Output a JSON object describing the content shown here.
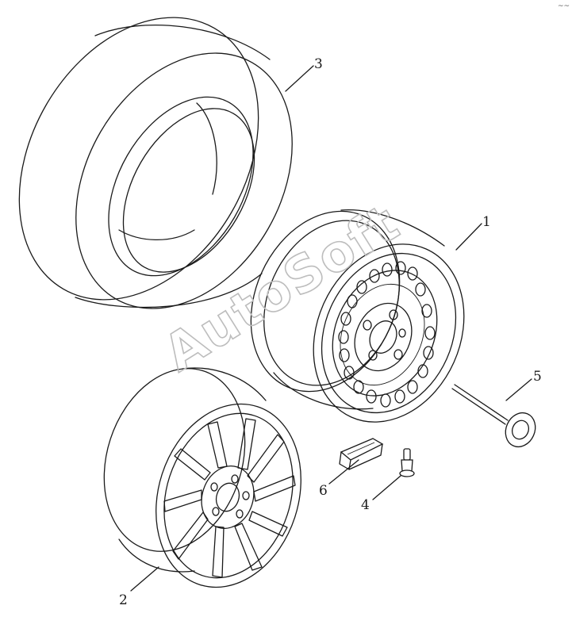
{
  "watermark": "AutoSoft",
  "corner_mark": "~~",
  "callouts": [
    {
      "id": "1",
      "label": "1"
    },
    {
      "id": "2",
      "label": "2"
    },
    {
      "id": "3",
      "label": "3"
    },
    {
      "id": "4",
      "label": "4"
    },
    {
      "id": "5",
      "label": "5"
    },
    {
      "id": "6",
      "label": "6"
    }
  ]
}
